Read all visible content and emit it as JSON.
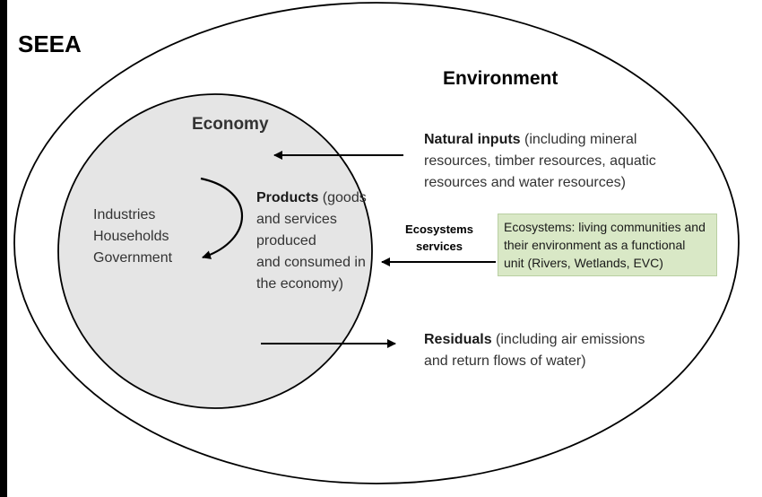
{
  "title": "SEEA",
  "environment": {
    "label": "Environment"
  },
  "economy": {
    "label": "Economy",
    "actors": [
      "Industries",
      "Households",
      "Government"
    ]
  },
  "natural_inputs": {
    "bold": "Natural inputs",
    "lines": [
      " (including mineral",
      "resources, timber resources, aquatic",
      "resources and water resources)"
    ]
  },
  "products": {
    "bold": "Products",
    "lines": [
      " (goods",
      "and services",
      "produced",
      "and consumed in",
      "the economy)"
    ]
  },
  "residuals": {
    "bold": "Residuals",
    "lines": [
      " (including air emissions",
      "and return flows of water)"
    ]
  },
  "ecosystem_services": {
    "label": "Ecosystems services"
  },
  "ecosystems_box": {
    "lines": [
      "Ecosystems: living communities and",
      "their environment as a functional",
      "unit (Rivers,  Wetlands, EVC)"
    ]
  },
  "colors": {
    "economy_fill": "#e5e5e5",
    "ecosystem_box_fill": "#d9e8c6",
    "outline": "#000000"
  }
}
